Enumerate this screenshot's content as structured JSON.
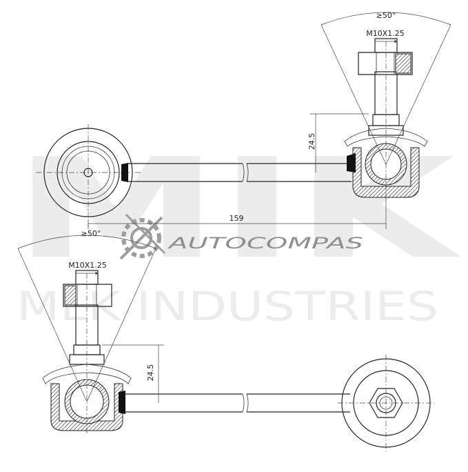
{
  "watermark": {
    "brand_letters": "MIK",
    "logo_text": "AUTOCOMPAS",
    "company_line": "MLK INDUSTRIES"
  },
  "top_view": {
    "angle_label": "≥50°",
    "thread_label": "M10X1.25",
    "height_label": "24.5",
    "length_label": "159"
  },
  "bottom_view": {
    "angle_label": "≥50°",
    "thread_label": "M10X1.25",
    "height_label": "24.5"
  }
}
